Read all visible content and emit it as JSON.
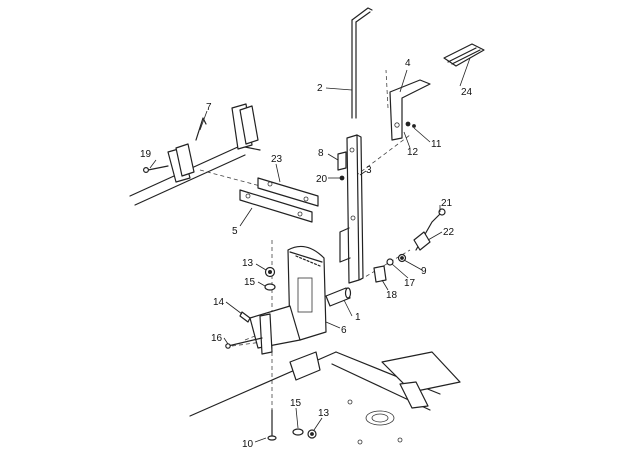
{
  "diagram": {
    "callouts": [
      "1",
      "2",
      "3",
      "4",
      "5",
      "6",
      "7",
      "8",
      "9",
      "10",
      "11",
      "12",
      "13",
      "13",
      "14",
      "15",
      "15",
      "16",
      "17",
      "18",
      "19",
      "20",
      "21",
      "22",
      "23",
      "24"
    ]
  }
}
